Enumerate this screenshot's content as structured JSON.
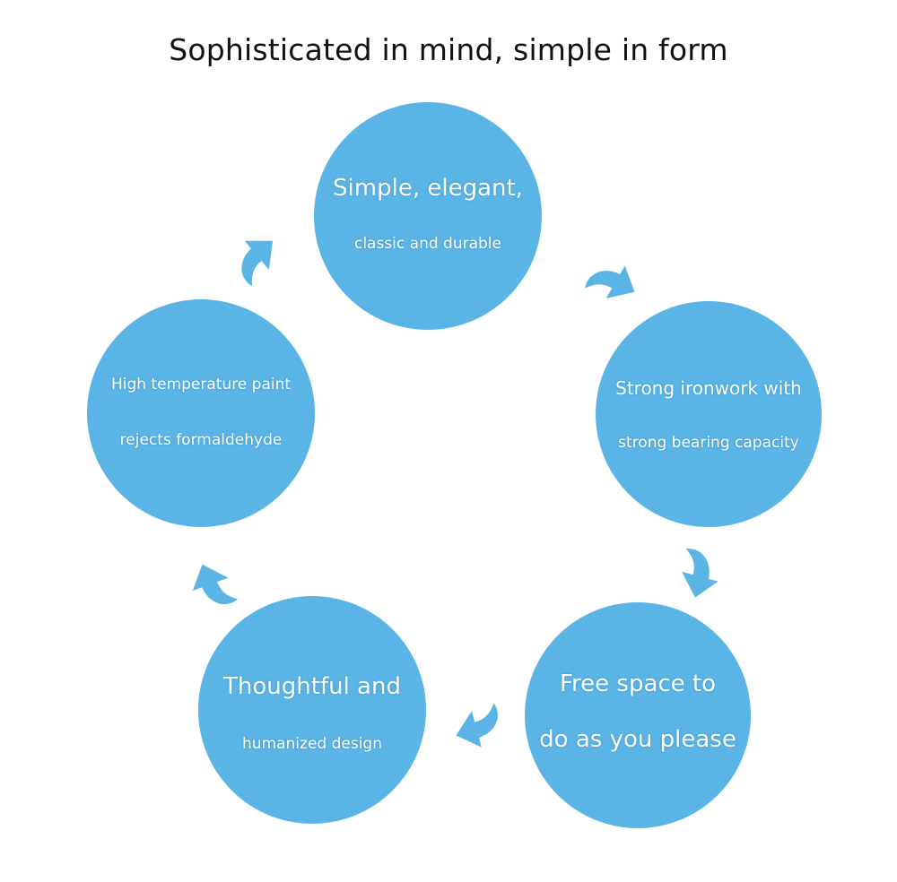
{
  "title": "Sophisticated in mind, simple in form",
  "colors": {
    "circle": "#5ab5e6",
    "arrow": "#5ab5e6",
    "text_on_circle": "#ffffff",
    "title": "#111111"
  },
  "nodes": [
    {
      "line1": "Simple, elegant,",
      "line2": "classic and durable"
    },
    {
      "line1": "Strong ironwork with",
      "line2": "strong bearing capacity"
    },
    {
      "line1": "Free space to",
      "line2": "do as you please"
    },
    {
      "line1": "Thoughtful and",
      "line2": "humanized design"
    },
    {
      "line1": "High temperature paint",
      "line2": "rejects formaldehyde"
    }
  ],
  "arrow_icon": "curved-arrow-icon"
}
